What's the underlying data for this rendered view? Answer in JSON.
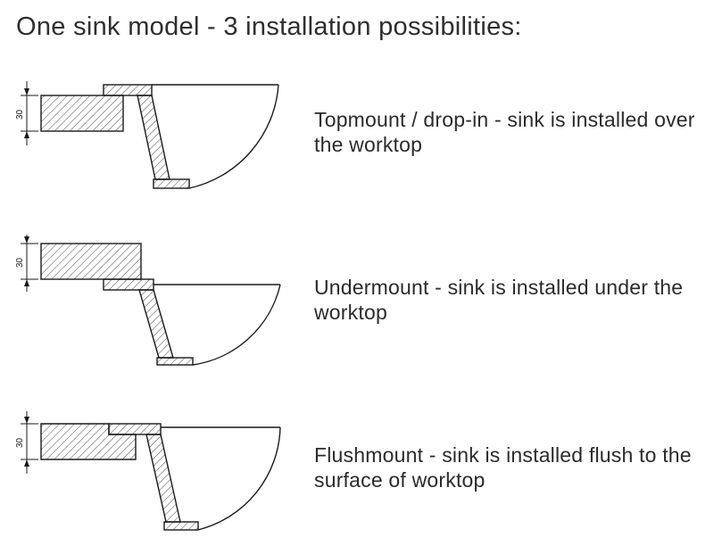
{
  "title": "One sink model - 3 installation possibilities:",
  "dimension_label": "30",
  "rows": [
    {
      "name": "topmount",
      "description": "Topmount / drop-in - sink is installed over the worktop"
    },
    {
      "name": "undermount",
      "description": "Undermount - sink is installed under the worktop"
    },
    {
      "name": "flushmount",
      "description": "Flushmount - sink is installed flush to the surface of worktop"
    }
  ]
}
